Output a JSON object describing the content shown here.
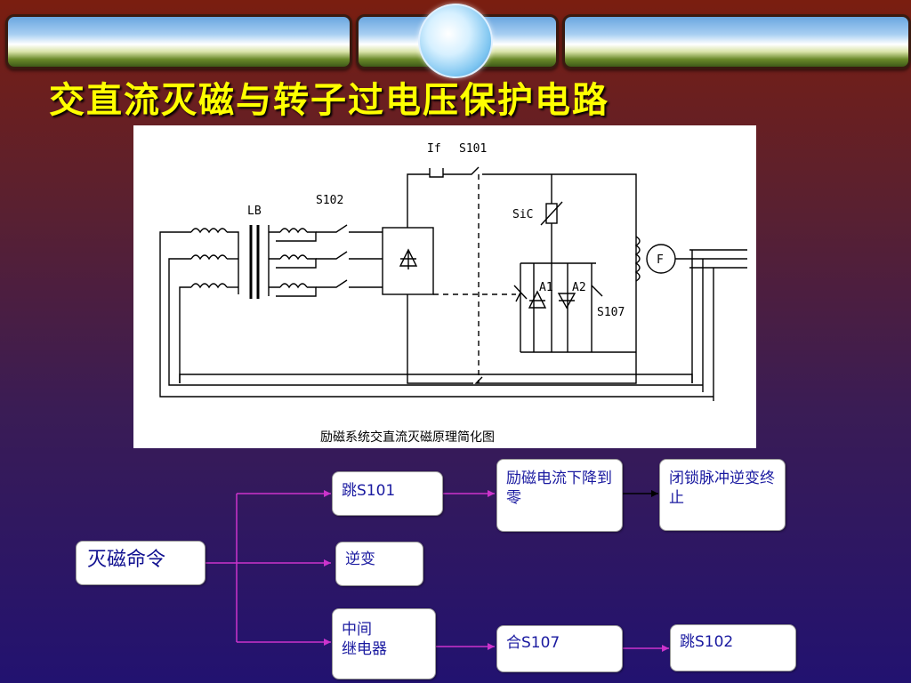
{
  "title": "交直流灭磁与转子过电压保护电路",
  "schematic": {
    "caption": "励磁系统交直流灭磁原理简化图",
    "labels": {
      "lb": "LB",
      "s102": "S102",
      "if": "If",
      "s101": "S101",
      "sic": "SiC",
      "a1": "A1",
      "a2": "A2",
      "s107": "S107",
      "f": "F"
    }
  },
  "flow": {
    "command": "灭磁命令",
    "jump_s101": "跳S101",
    "current_drop": "励磁电流下降到零",
    "lock_pulse": "闭锁脉冲逆变终止",
    "inverter": "逆变",
    "relay": "中间\n继电器",
    "close_s107": "合S107",
    "jump_s102": "跳S102"
  },
  "colors": {
    "title": "#ffff00",
    "flow_text": "#1a1aa0",
    "flow_line": "#cc33cc"
  }
}
